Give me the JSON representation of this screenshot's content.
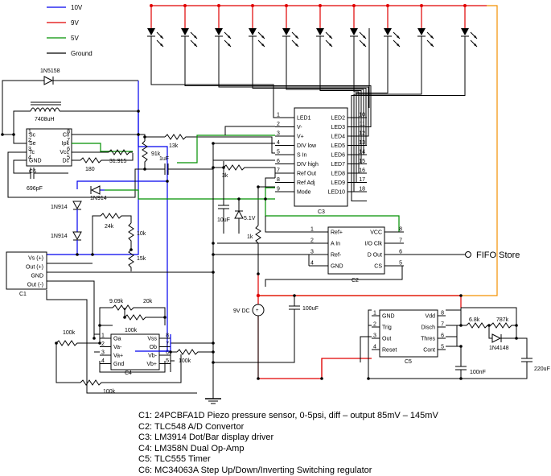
{
  "legend": [
    {
      "label": "10V",
      "color": "#0000ee"
    },
    {
      "label": "9V",
      "color": "#e00000"
    },
    {
      "label": "5V",
      "color": "#009000"
    },
    {
      "label": "Ground",
      "color": "#000000"
    }
  ],
  "chips": {
    "c1": {
      "name": "C1",
      "pins": [
        "Vs (+)",
        "Out (+)",
        "GND",
        "Out (-)"
      ]
    },
    "c2": {
      "name": "C2",
      "left_pins": [
        {
          "num": "1",
          "label": "Ref+"
        },
        {
          "num": "2",
          "label": "A In"
        },
        {
          "num": "3",
          "label": "Ref-"
        },
        {
          "num": "4",
          "label": "GND"
        }
      ],
      "right_pins": [
        {
          "num": "8",
          "label": "VCC"
        },
        {
          "num": "7",
          "label": "I/O Clk"
        },
        {
          "num": "6",
          "label": "D Out"
        },
        {
          "num": "5",
          "label": "CS"
        }
      ]
    },
    "c3": {
      "name": "C3",
      "left_pins": [
        {
          "num": "1",
          "label": "LED1"
        },
        {
          "num": "2",
          "label": "V-"
        },
        {
          "num": "3",
          "label": "V+"
        },
        {
          "num": "4",
          "label": "DIV low"
        },
        {
          "num": "5",
          "label": "S In"
        },
        {
          "num": "6",
          "label": "DIV high"
        },
        {
          "num": "7",
          "label": "Ref Out"
        },
        {
          "num": "8",
          "label": "Ref Adj"
        },
        {
          "num": "9",
          "label": "Mode"
        }
      ],
      "right_pins": [
        {
          "num": "10",
          "label": "LED2"
        },
        {
          "num": "11",
          "label": "LED3"
        },
        {
          "num": "12",
          "label": "LED4"
        },
        {
          "num": "13",
          "label": "LED5"
        },
        {
          "num": "14",
          "label": "LED6"
        },
        {
          "num": "15",
          "label": "LED7"
        },
        {
          "num": "16",
          "label": "LED8"
        },
        {
          "num": "17",
          "label": "LED9"
        },
        {
          "num": "18",
          "label": "LED10"
        }
      ]
    },
    "c4": {
      "name": "C4",
      "left_pins": [
        {
          "num": "1",
          "label": "Oa"
        },
        {
          "num": "2",
          "label": "Va-"
        },
        {
          "num": "3",
          "label": "Va+"
        },
        {
          "num": "4",
          "label": "Gnd"
        }
      ],
      "right_pins": [
        {
          "num": "8",
          "label": "Vss"
        },
        {
          "num": "7",
          "label": "Ob"
        },
        {
          "num": "6",
          "label": "Vb-"
        },
        {
          "num": "5",
          "label": "Vb+"
        }
      ]
    },
    "c5": {
      "name": "C5",
      "left_pins": [
        {
          "num": "1",
          "label": "GND"
        },
        {
          "num": "2",
          "label": "Trig"
        },
        {
          "num": "3",
          "label": "Out"
        },
        {
          "num": "4",
          "label": "Reset"
        }
      ],
      "right_pins": [
        {
          "num": "8",
          "label": "Vdd"
        },
        {
          "num": "7",
          "label": "Disch"
        },
        {
          "num": "6",
          "label": "Thres"
        },
        {
          "num": "5",
          "label": "Cont"
        }
      ]
    },
    "c6": {
      "name": "C6",
      "left_pins": [
        {
          "num": "1",
          "label": "Sc"
        },
        {
          "num": "2",
          "label": "Se"
        },
        {
          "num": "3",
          "label": "Tc"
        },
        {
          "num": "4",
          "label": "GND"
        }
      ],
      "right_pins": [
        {
          "num": "8",
          "label": "Cii"
        },
        {
          "num": "7",
          "label": "Ipk"
        },
        {
          "num": "6",
          "label": "Vcc"
        },
        {
          "num": "5",
          "label": "Dc"
        }
      ]
    }
  },
  "components": {
    "diode_1n5158": "1N5158",
    "inductor": "7408uH",
    "r_13k": "13k",
    "r_91k": "91k",
    "c_1uf": "1uF",
    "r_31915": "31.915",
    "r_180": "180",
    "c_696pf": "696pF",
    "diode_1n914_a": "1N914",
    "diode_1n914_b": "1N914",
    "diode_1n914_c": "1N914",
    "r_24k": "24k",
    "pot_10k": "10k",
    "r_15k": "15k",
    "r_3k": "3k",
    "c_10uf": "10uF",
    "zener_5v1": "5.1V",
    "r_1k": "1k",
    "battery": "9V DC",
    "c_100uf": "100uF",
    "r_909k": "9.09k",
    "pot_20k": "20k",
    "r_100k_a": "100k",
    "r_100k_b": "100k",
    "r_100k_c": "100k",
    "r_100k_d": "100k",
    "r_68k": "6.8k",
    "r_787k": "787k",
    "diode_1n4148": "1N4148",
    "c_100nf": "100nF",
    "c_220uf": "220uF"
  },
  "fifo_label": "FIFO Store",
  "notes": [
    "C1: 24PCBFA1D Piezo pressure sensor, 0-5psi, diff – output 85mV – 145mV",
    "C2: TLC548 A/D Convertor",
    "C3: LM3914 Dot/Bar display driver",
    "C4: LM358N Dual Op-Amp",
    "C5: TLC555 Timer",
    "C6: MC34063A Step Up/Down/Inverting Switching regulator"
  ]
}
